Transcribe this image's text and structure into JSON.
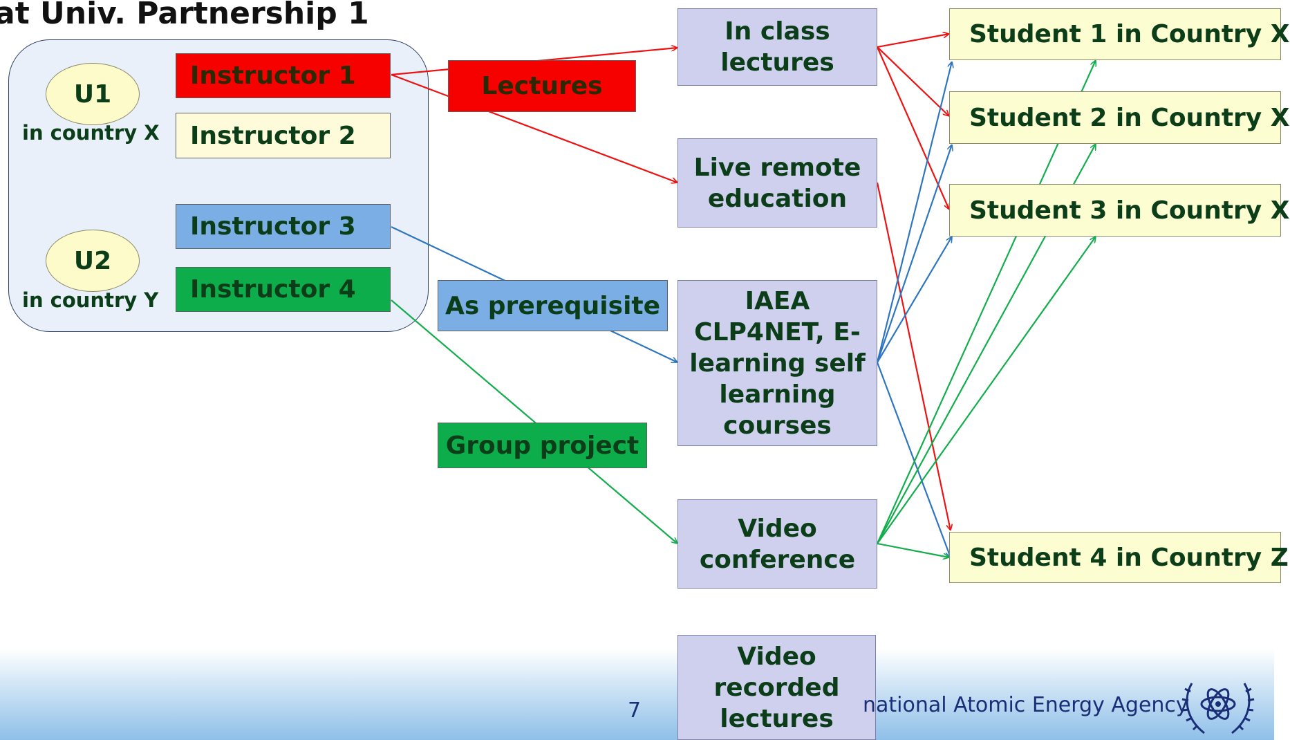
{
  "title": "at Univ. Partnership 1",
  "universities": [
    {
      "name": "U1",
      "location": "in country X"
    },
    {
      "name": "U2",
      "location": "in country Y"
    }
  ],
  "instructors": [
    {
      "label": "Instructor 1",
      "color": "#f60000"
    },
    {
      "label": "Instructor 2",
      "color": "#fdfbd9"
    },
    {
      "label": "Instructor 3",
      "color": "#7aaee4"
    },
    {
      "label": "Instructor 4",
      "color": "#0ead4b"
    }
  ],
  "modes": {
    "lectures": "Lectures",
    "prerequisite": "As prerequisite",
    "group_project": "Group project"
  },
  "media": {
    "in_class": "In class lectures",
    "live_remote": "Live remote education",
    "iaea": "IAEA CLP4NET, E-learning self learning courses",
    "video_conf": "Video conference",
    "video_recorded": "Video recorded lectures"
  },
  "students": [
    "Student 1 in Country X",
    "Student 2 in Country X",
    "Student 3 in Country X",
    "Student 4 in Country Z"
  ],
  "edge_colors": {
    "red": "#ee1111",
    "blue": "#2e75c0",
    "green": "#12ad4c"
  },
  "footer": {
    "page_number": "7",
    "agency": "national Atomic Energy Agency"
  }
}
